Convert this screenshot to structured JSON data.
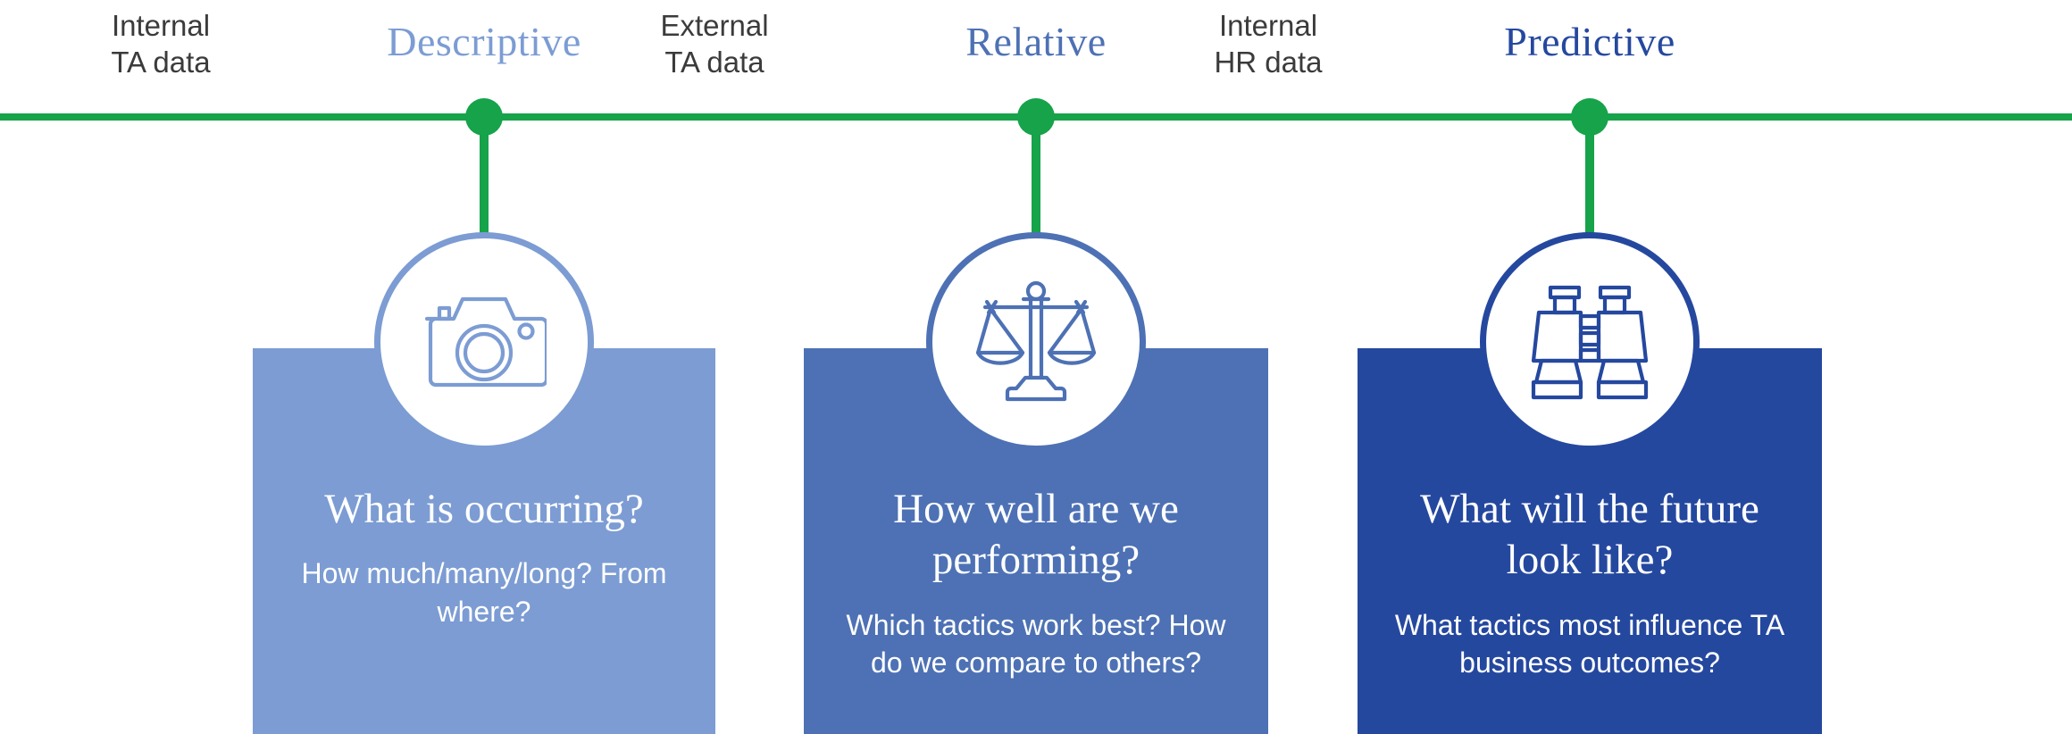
{
  "colors": {
    "rail_green": "#16a34a",
    "stage1": "#7C9CD3",
    "stage2": "#4D71B4",
    "stage3": "#25489F",
    "label_text": "#3b3b3b",
    "card_text": "#ffffff"
  },
  "timeline": {
    "data_labels": [
      {
        "line1": "Internal",
        "line2": "TA data"
      },
      {
        "line1": "External",
        "line2": "TA data"
      },
      {
        "line1": "Internal",
        "line2": "HR data"
      }
    ],
    "stages": [
      {
        "name": "Descriptive",
        "color": "#7C9CD3"
      },
      {
        "name": "Relative",
        "color": "#4D71B4"
      },
      {
        "name": "Predictive",
        "color": "#25489F"
      }
    ]
  },
  "cards": [
    {
      "icon": "camera-icon",
      "title": "What is occurring?",
      "subtitle": "How much/many/long? From where?",
      "color": "#7C9CD3"
    },
    {
      "icon": "balance-scale-icon",
      "title": "How well are we performing?",
      "subtitle": "Which tactics work best? How do we compare to others?",
      "color": "#4D71B4"
    },
    {
      "icon": "binoculars-icon",
      "title": "What will the future look like?",
      "subtitle": "What tactics most influence TA business outcomes?",
      "color": "#25489F"
    }
  ]
}
